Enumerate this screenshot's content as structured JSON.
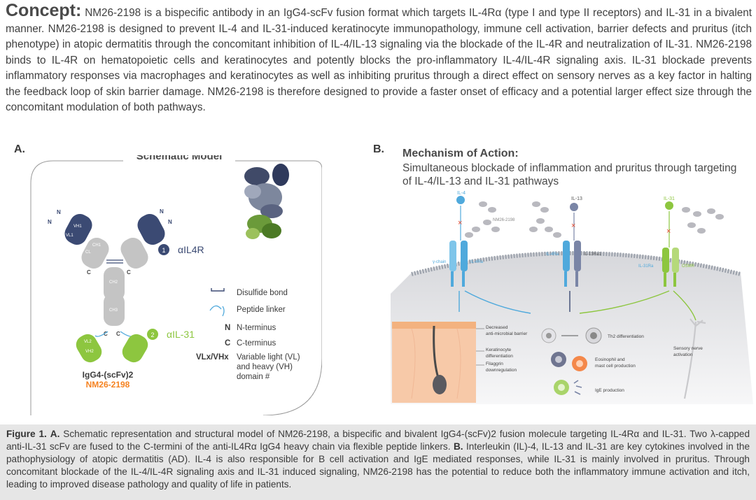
{
  "concept": {
    "keyword": "Concept:",
    "text": "NM26-2198 is a bispecific antibody in an IgG4-scFv fusion format which targets IL-4Rα (type I and type II receptors) and IL-31 in a bivalent manner. NM26-2198 is designed to prevent IL-4 and IL-31-induced keratinocyte immunopathology, immune cell activation, barrier defects and pruritus (itch phenotype) in atopic dermatitis through the concomitant inhibition of IL-4/IL-13 signaling via the blockade of the IL-4R and neutralization of IL-31. NM26-2198 binds to IL-4R on hematopoietic cells and keratinocytes and potently blocks the pro-inflammatory IL-4/IL-4R signaling axis. IL-31 blockade prevents inflammatory responses via macrophages and keratinocytes as well as inhibiting pruritus through a direct effect on sensory nerves as a key factor in halting the feedback loop of skin barrier damage. NM26-2198 is therefore designed to provide a faster onset of efficacy and a potential larger effect size through the concomitant modulation of both pathways."
  },
  "panel_a": {
    "label": "A.",
    "title": "Schematic Model",
    "domains": {
      "vh1": "VH1",
      "vl1": "VL1",
      "ch1": "CH1",
      "cl": "CL",
      "ch2": "CH2",
      "ch3": "CH3",
      "vl2": "VL2",
      "vh2": "VH2"
    },
    "terminus_n": "N",
    "terminus_c": "C",
    "badge1_num": "1",
    "badge1_text": "αIL4R",
    "badge2_num": "2",
    "badge2_text": "αIL-31",
    "molecule_name": "IgG4-(scFv)2",
    "molecule_code": "NM26-2198",
    "legend": {
      "disulfide": "Disulfide bond",
      "linker": "Peptide linker",
      "n_key": "N",
      "n_text": "N-terminus",
      "c_key": "C",
      "c_text": "C-terminus",
      "v_key": "VLx/VHx",
      "v_text_1": "Variable light (VL)",
      "v_text_2": "and heavy (VH)",
      "v_text_3": "domain #"
    }
  },
  "panel_b": {
    "label": "B.",
    "title": "Mechanism of Action:",
    "subtitle": "Simultaneous blockade of inflammation and pruritus through targeting of IL-4/IL-13 and IL-31 pathways",
    "il4": "IL-4",
    "antibody": "NM26-2198",
    "il13": "IL-13",
    "il31": "IL-31",
    "gamma_chain": "γ-chain",
    "il4ra_1": "IL-4Ra",
    "il4ra_2": "IL-4Ra",
    "il13ra1": "IL-13Ra1",
    "il31ra": "IL-31Ra",
    "osmr": "OSMR",
    "barrier_1": "Decreased",
    "barrier_2": "anti-microbial barrier",
    "kerat_1": "Keratinocyte",
    "kerat_2": "differentiation",
    "filag_1": "Filaggrin",
    "filag_2": "downregulation",
    "th2": "Th2 differentiation",
    "eos_1": "Eosinophil and",
    "eos_2": "mast cell production",
    "ige": "IgE production",
    "nerve_1": "Sensory nerve",
    "nerve_2": "activation"
  },
  "caption": {
    "fig_label": "Figure 1.",
    "a_label": "A.",
    "a_text": "Schematic representation and structural model of NM26-2198, a bispecific and bivalent IgG4-(scFv)2 fusion molecule targeting IL-4Rα and IL-31. Two λ-capped anti-IL-31 scFv are fused to the C-termini of the anti-IL4Rα IgG4 heavy chain via flexible peptide linkers.",
    "b_label": "B.",
    "b_text": "Interleukin (IL)-4, IL-13 and IL-31 are key cytokines involved in the pathophysiology of atopic dermatitis (AD). IL-4 is also responsible for B cell activation and IgE mediated responses, while IL-31 is mainly involved in pruritus. Through concomitant blockade of the IL-4/IL-4R signaling axis and IL-31 induced signaling, NM26-2198 has the potential to reduce both the inflammatory immune activation and itch, leading to improved disease pathology and quality of life in patients."
  },
  "colors": {
    "navy": "#3b4a73",
    "grey_domain": "#c4c4c4",
    "green": "#8dc63f",
    "orange": "#f58220",
    "receptor_blue": "#4fa9dc",
    "receptor_green": "#8dc63f",
    "caption_bg": "#e6e6e6"
  }
}
